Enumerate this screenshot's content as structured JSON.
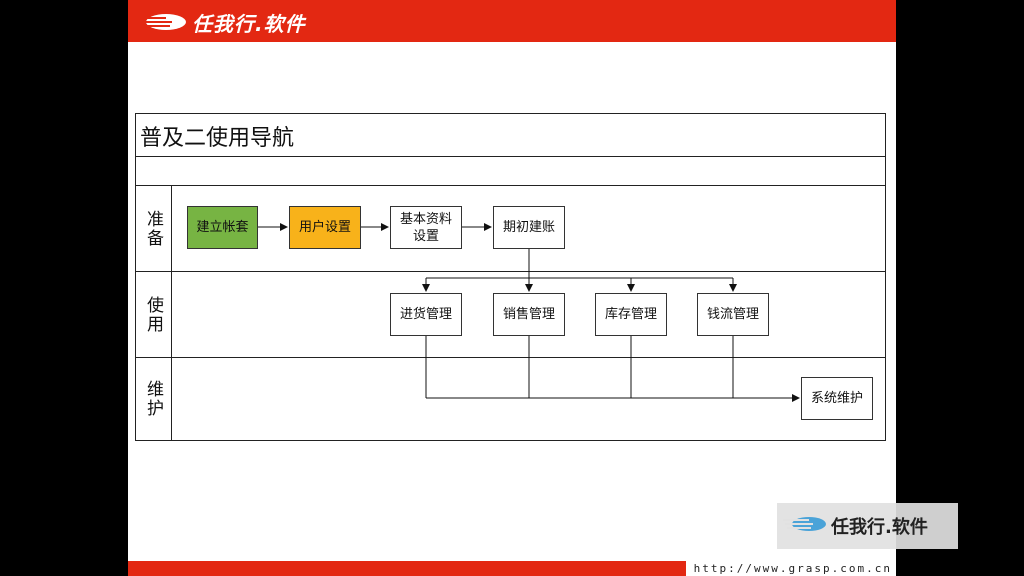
{
  "header": {
    "logo_text": "任我行.软件",
    "logo_icon": "swoosh-logo-icon"
  },
  "diagram": {
    "title": "普及二使用导航",
    "lanes": [
      {
        "label": "准备"
      },
      {
        "label": "使用"
      },
      {
        "label": "维护"
      }
    ],
    "nodes": {
      "setup_account": "建立帐套",
      "user_settings": "用户设置",
      "basic_data": "基本资料\n设置",
      "initial_accounts": "期初建账",
      "purchase": "进货管理",
      "sales": "销售管理",
      "inventory": "库存管理",
      "cashflow": "钱流管理",
      "maintenance": "系统维护"
    }
  },
  "footer": {
    "url": "http://www.grasp.com.cn"
  },
  "watermark": {
    "text": "任我行.软件"
  },
  "colors": {
    "brand_red": "#e32812",
    "green_box": "#77b443",
    "orange_box": "#f8b21a"
  }
}
